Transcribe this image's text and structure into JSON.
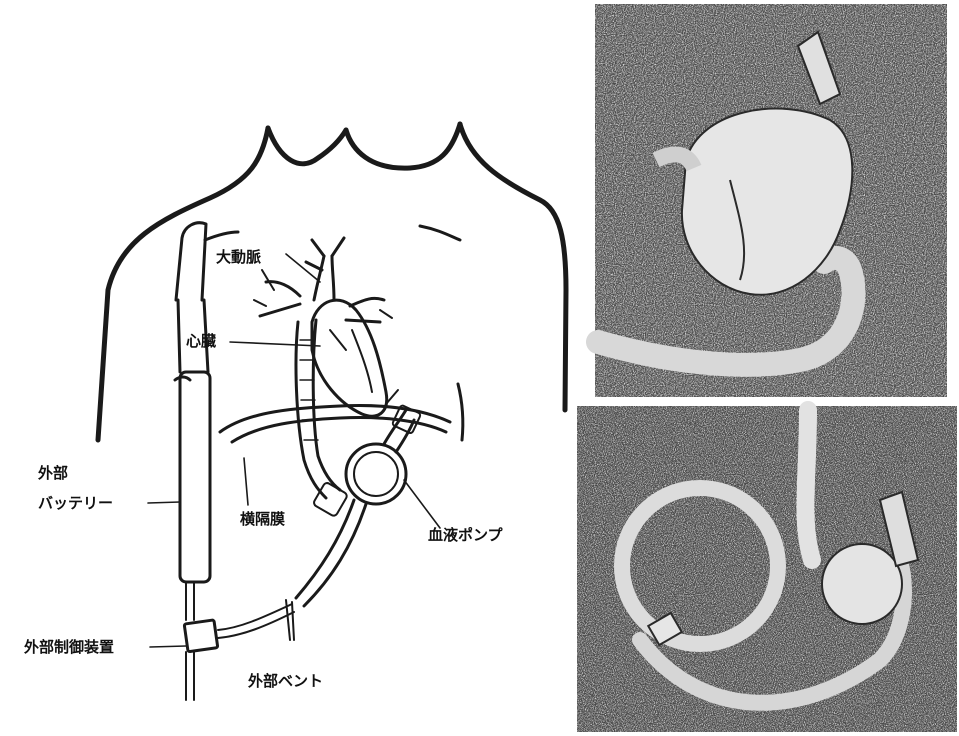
{
  "labels": {
    "aorta": "大動脈",
    "heart": "心臓",
    "external_battery_line1": "外部",
    "external_battery_line2": "バッテリー",
    "diaphragm": "横隔膜",
    "blood_pump": "血液ポンプ",
    "external_controller": "外部制御装置",
    "external_vent": "外部ベント"
  },
  "photos": [
    {
      "id": "pump-photo-top"
    },
    {
      "id": "pump-photo-bottom"
    }
  ]
}
